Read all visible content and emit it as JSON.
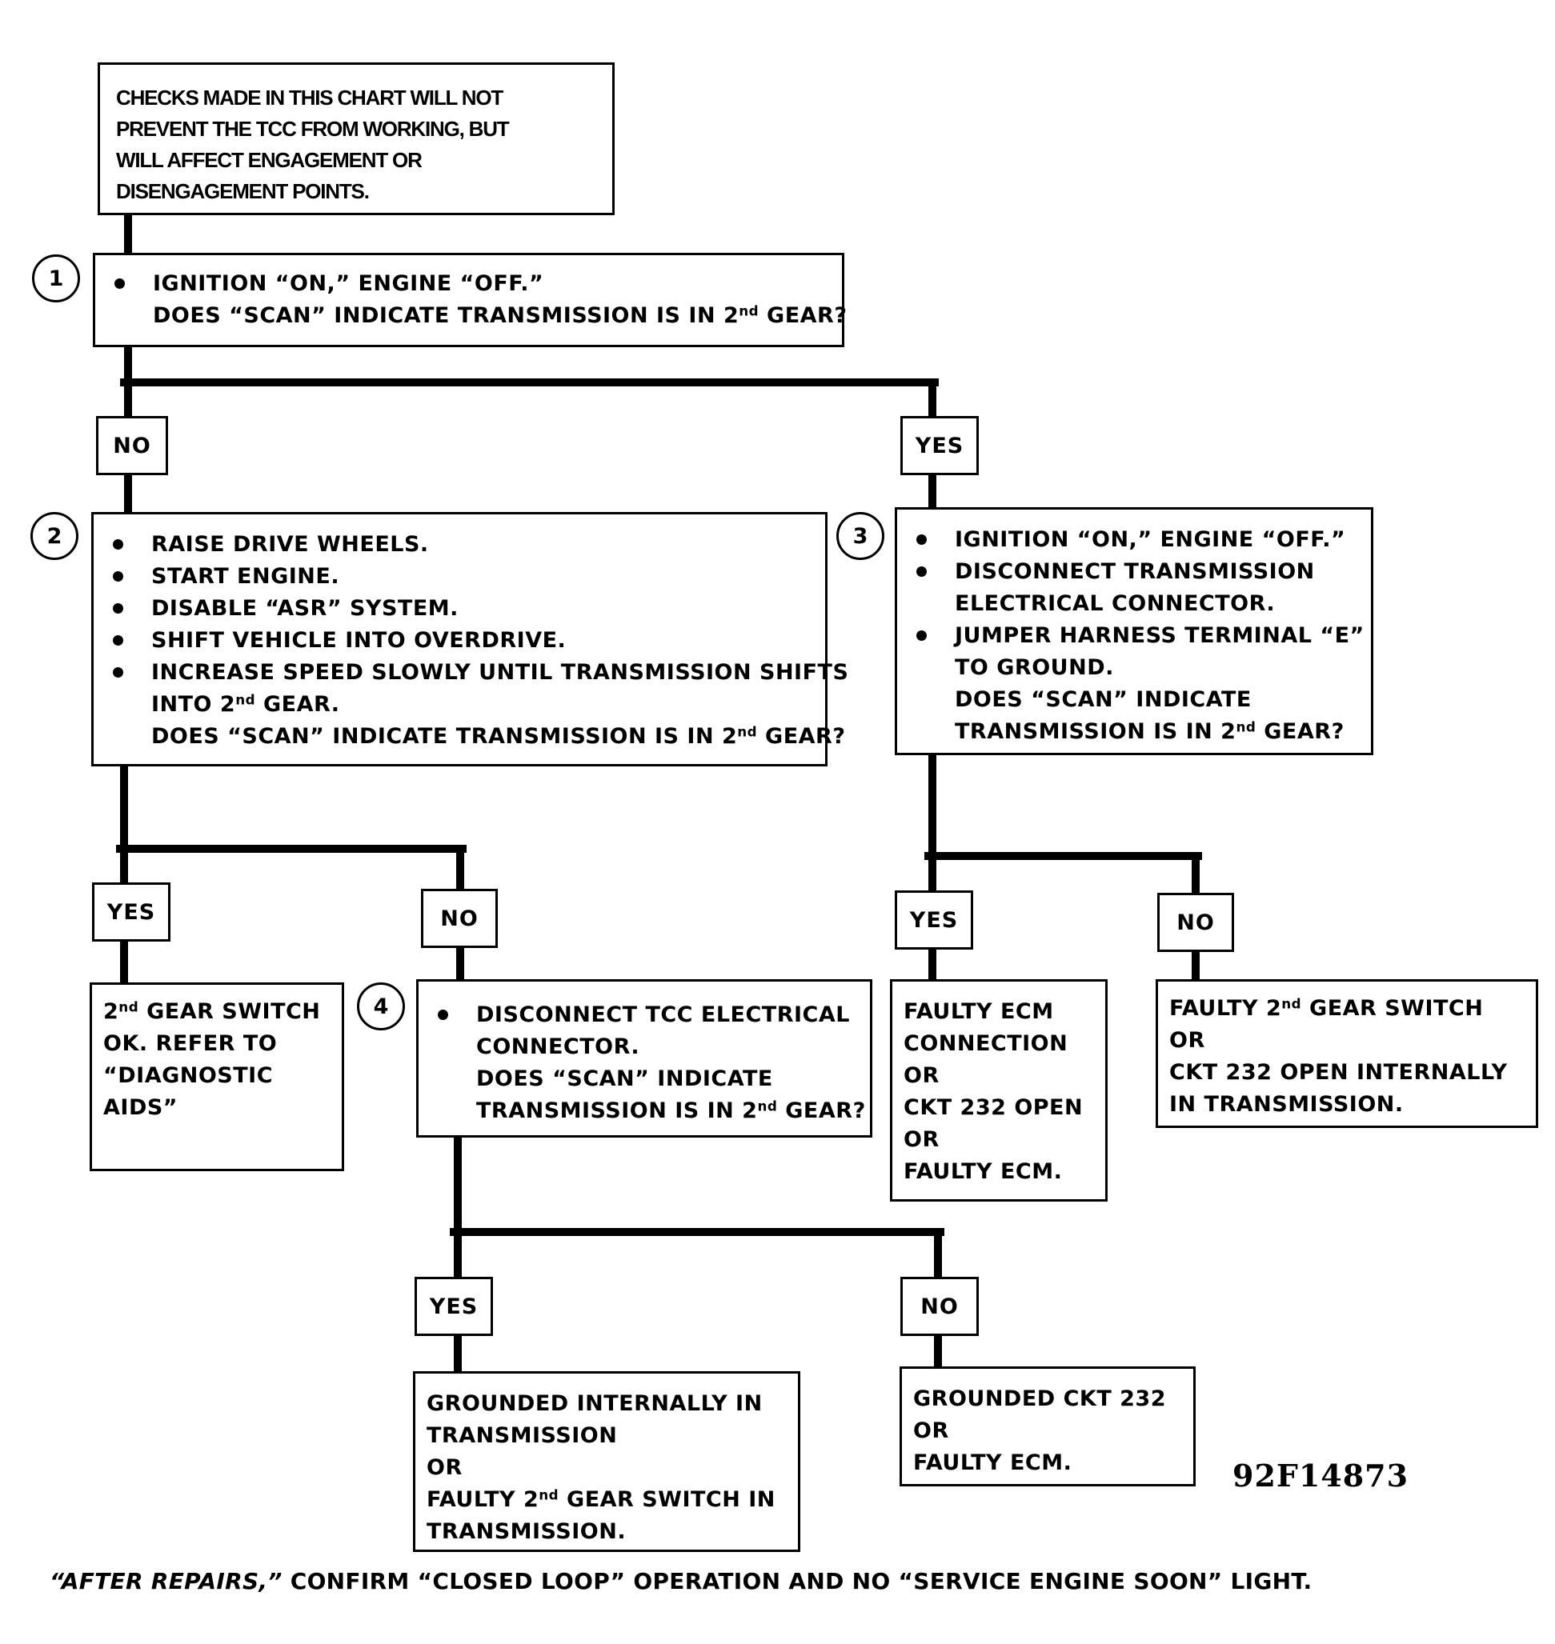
{
  "note": {
    "lines": [
      "CHECKS MADE IN THIS CHART WILL NOT",
      "PREVENT THE TCC FROM WORKING, BUT",
      "WILL AFFECT ENGAGEMENT OR",
      "DISENGAGEMENT POINTS."
    ]
  },
  "step1": {
    "number": "1",
    "bullets": [
      "IGNITION “ON,” ENGINE “OFF.”"
    ],
    "question_prefix": "DOES “SCAN” INDICATE TRANSMISSION IS IN 2",
    "question_sup": "nd",
    "question_suffix": " GEAR?",
    "no_label": "NO",
    "yes_label": "YES"
  },
  "step2": {
    "number": "2",
    "bullets": [
      "RAISE DRIVE WHEELS.",
      "START ENGINE.",
      "DISABLE “ASR” SYSTEM.",
      "SHIFT VEHICLE INTO OVERDRIVE.",
      "INCREASE SPEED SLOWLY UNTIL TRANSMISSION SHIFTS"
    ],
    "bullet_cont_prefix": "INTO 2",
    "bullet_cont_sup": "nd",
    "bullet_cont_suffix": " GEAR.",
    "question_prefix": "DOES “SCAN” INDICATE TRANSMISSION IS IN 2",
    "question_sup": "nd",
    "question_suffix": " GEAR?",
    "yes_label": "YES",
    "no_label": "NO"
  },
  "step3": {
    "number": "3",
    "bullets": [
      "IGNITION “ON,” ENGINE “OFF.”",
      "DISCONNECT TRANSMISSION",
      "JUMPER HARNESS TERMINAL “E”"
    ],
    "bullet2_cont": "ELECTRICAL CONNECTOR.",
    "bullet3_cont": "TO GROUND.",
    "question_line1": "DOES “SCAN” INDICATE",
    "question_prefix": "TRANSMISSION IS IN 2",
    "question_sup": "nd",
    "question_suffix": " GEAR?",
    "yes_label": "YES",
    "no_label": "NO"
  },
  "step4": {
    "number": "4",
    "bullets": [
      "DISCONNECT TCC ELECTRICAL"
    ],
    "bullet_cont": "CONNECTOR.",
    "question_line1": "DOES “SCAN” INDICATE",
    "question_prefix": "TRANSMISSION IS IN 2",
    "question_sup": "nd",
    "question_suffix": " GEAR?",
    "yes_label": "YES",
    "no_label": "NO"
  },
  "results": {
    "switch_ok": {
      "line1_pre": "2",
      "line1_sup": "nd",
      "line1_post": " GEAR SWITCH",
      "lines": [
        "OK.  REFER TO",
        "“DIAGNOSTIC",
        "AIDS”"
      ]
    },
    "faulty_ecm_connection": {
      "lines": [
        "FAULTY ECM",
        "CONNECTION",
        "OR",
        "CKT 232 OPEN",
        "OR",
        "FAULTY ECM."
      ]
    },
    "faulty_switch": {
      "line1_pre": "FAULTY 2",
      "line1_sup": "nd",
      "line1_post": " GEAR SWITCH",
      "lines": [
        "OR",
        "CKT 232 OPEN INTERNALLY",
        "IN TRANSMISSION."
      ]
    },
    "grounded_internally": {
      "lines": [
        "GROUNDED INTERNALLY IN",
        "TRANSMISSION",
        "OR"
      ],
      "line4_pre": "FAULTY 2",
      "line4_sup": "nd",
      "line4_post": " GEAR SWITCH IN",
      "line5": "TRANSMISSION."
    },
    "grounded_ckt": {
      "lines": [
        "GROUNDED CKT 232",
        "OR",
        "FAULTY ECM."
      ]
    }
  },
  "figure_id": "92F14873",
  "footer": {
    "italic": "“AFTER REPAIRS,”",
    "text": " CONFIRM “CLOSED LOOP” OPERATION AND NO “SERVICE ENGINE SOON” LIGHT."
  }
}
